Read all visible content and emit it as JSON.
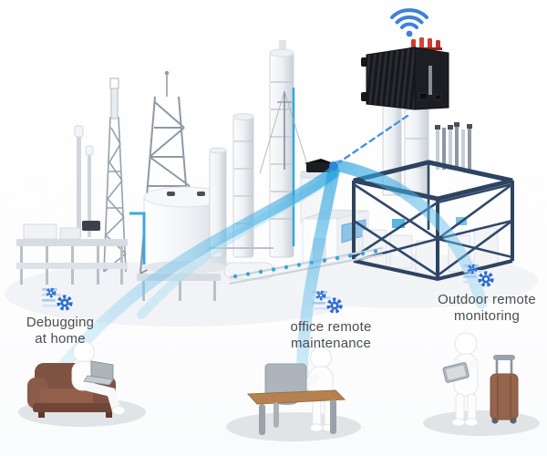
{
  "labels": {
    "home": {
      "line1": "Debugging",
      "line2": "at home"
    },
    "office": {
      "line1": "office remote",
      "line2": "maintenance"
    },
    "outdoor": {
      "line1": "Outdoor remote",
      "line2": "monitoring"
    }
  },
  "icons": {
    "wifi": "wifi-icon",
    "remote_service": "gear-settings-icon"
  },
  "colors": {
    "accent_blue": "#3b82d8",
    "arc_blue": "#2da4e0",
    "icon_blue": "#2b6bd0",
    "frame_navy": "#2e4360",
    "plant_gray": "#d6dce2",
    "text_gray": "#4a4c4e",
    "device_black": "#1b1c21",
    "antenna_red": "#cf3b31",
    "sofa_brown": "#86563f",
    "desk_brown": "#b5824f",
    "suitcase_brown": "#96644c",
    "shadow_gray": "#dcdfe2"
  }
}
